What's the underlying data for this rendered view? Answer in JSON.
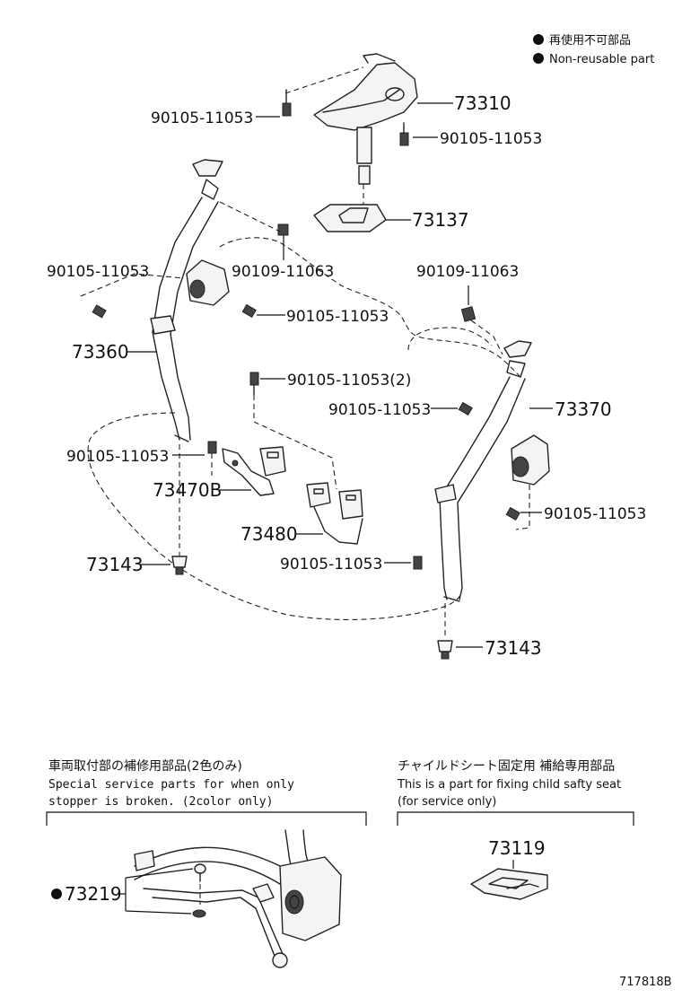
{
  "legend": {
    "jp": "再使用不可部品",
    "en": "Non-reusable part"
  },
  "labels": {
    "p73310": "73310",
    "p73137": "73137",
    "p73360": "73360",
    "p73370": "73370",
    "p73470b": "73470B",
    "p73480": "73480",
    "p73143_left": "73143",
    "p73143_right": "73143",
    "bolt_top_left": "90105-11053",
    "bolt_top_right": "90105-11053",
    "bolt_left_upper": "90105-11053",
    "bolt_mid": "90105-11053",
    "bolt_center_2": "90105-11053(2)",
    "bolt_right_upper": "90105-11053",
    "bolt_left_lower": "90105-11053",
    "bolt_right_lower": "90105-11053",
    "bolt_center_lower": "90105-11053",
    "nut_center": "90109-11063",
    "nut_right": "90109-11063"
  },
  "notes": {
    "left": {
      "jp": "車両取付部の補修用部品(2色のみ)",
      "en_line1": "Special service parts for when only",
      "en_line2": "stopper is broken. (2color only)",
      "part": "73219"
    },
    "right": {
      "jp": "チャイルドシート固定用 補給専用部品",
      "en_line1": "This is a part for fixing child safty seat",
      "en_line2": "(for service only)",
      "part": "73119"
    }
  },
  "figure_id": "717818B",
  "colors": {
    "ink": "#111111",
    "paper": "#ffffff"
  },
  "icons": {
    "non_reusable_marker": "filled-circle"
  }
}
